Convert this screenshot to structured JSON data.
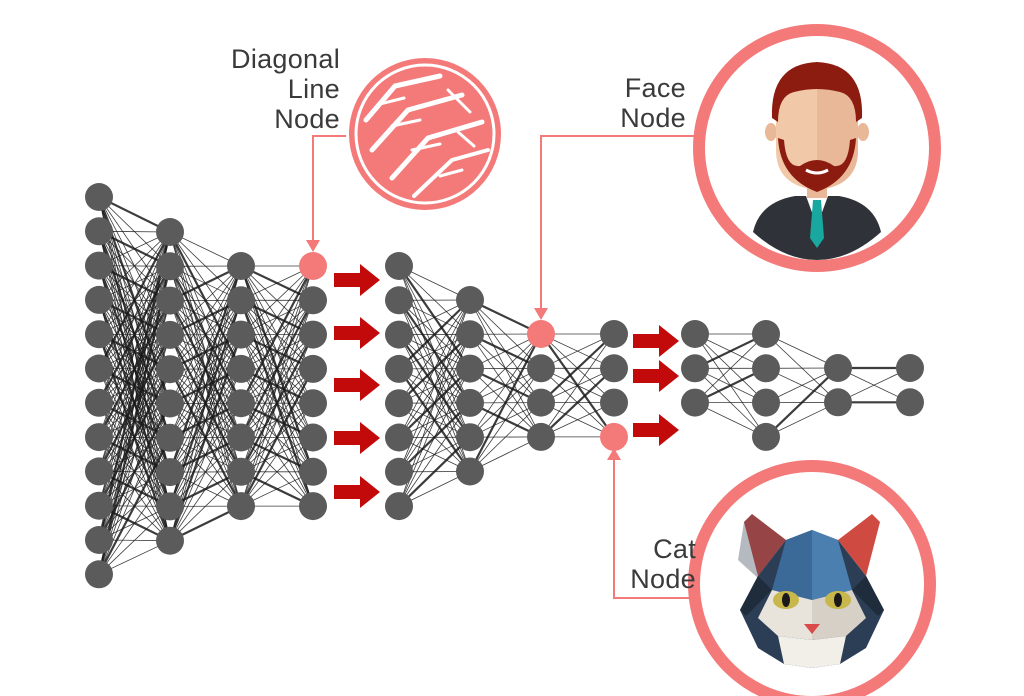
{
  "labels": {
    "diagonal": [
      "Diagonal",
      "Line",
      "Node"
    ],
    "face": [
      "Face",
      "Node"
    ],
    "cat": [
      "Cat",
      "Node"
    ]
  },
  "colors": {
    "node": "#5b5b5b",
    "highlight": "#f47a7a",
    "arrow": "#c20a0a",
    "connector": "#f47a7a",
    "ring": "#f47a7a",
    "text": "#3a3a3a"
  },
  "icons": {
    "diagonal": "diagonal-line-pattern-icon",
    "face": "bearded-man-face-icon",
    "cat": "low-poly-cat-face-icon"
  },
  "network": {
    "layers": [
      {
        "nodes": 12
      },
      {
        "nodes": 10
      },
      {
        "nodes": 8
      },
      {
        "nodes": 8,
        "highlight": [
          0
        ]
      },
      {
        "nodes": 8
      },
      {
        "nodes": 6
      },
      {
        "nodes": 4,
        "highlight": [
          0
        ]
      },
      {
        "nodes": 4,
        "highlight": [
          3
        ]
      },
      {
        "nodes": 3
      },
      {
        "nodes": 4
      },
      {
        "nodes": 2
      },
      {
        "nodes": 2
      }
    ],
    "arrow_groups": [
      5,
      3
    ]
  }
}
